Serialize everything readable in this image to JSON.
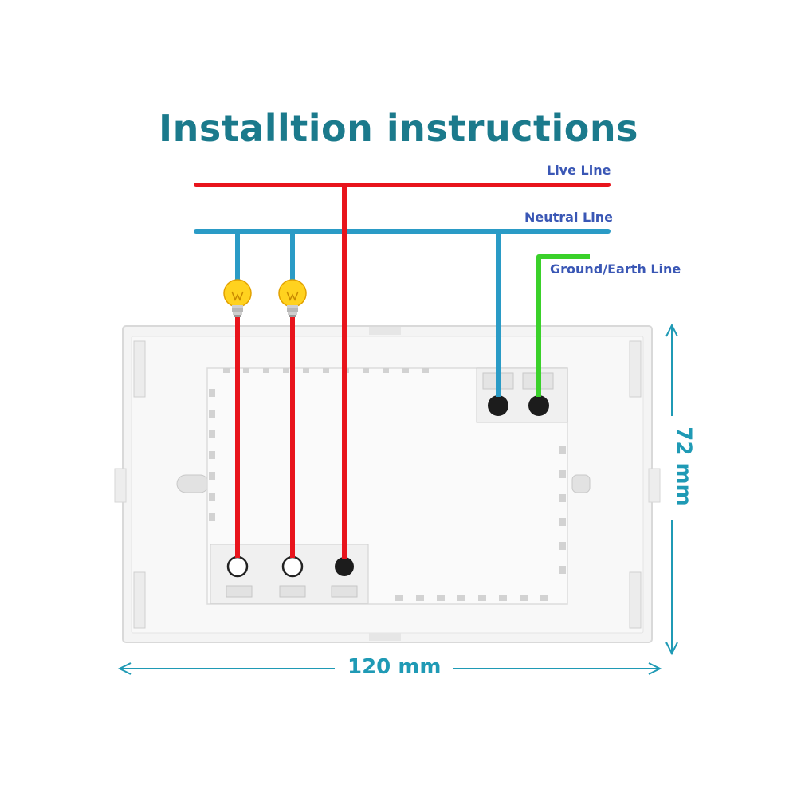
{
  "title": "Installtion instructions",
  "lines": {
    "live": "Live Line",
    "neutral": "Neutral Line",
    "ground": "Ground/Earth Line"
  },
  "dimensions": {
    "width": "120 mm",
    "height": "72 mm"
  },
  "colors": {
    "title": "#1b7a8c",
    "label": "#3a57b5",
    "live": "#e8141c",
    "neutral": "#2a9bc6",
    "ground": "#3ad12a",
    "dimension": "#1f9ab5",
    "bulb": "#ffd21f"
  }
}
